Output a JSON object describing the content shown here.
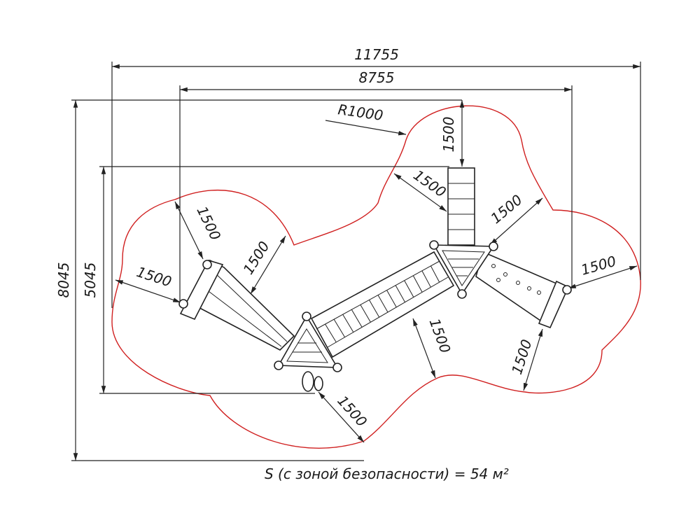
{
  "dimensions": {
    "overall_width": "11755",
    "inner_width": "8755",
    "overall_height": "8045",
    "inner_height": "5045",
    "radius": "R1000",
    "offset": "1500"
  },
  "caption": "S (с зоной безопасности) = 54 м²",
  "colors": {
    "safety_zone": "#d02020",
    "lines": "#222222"
  }
}
